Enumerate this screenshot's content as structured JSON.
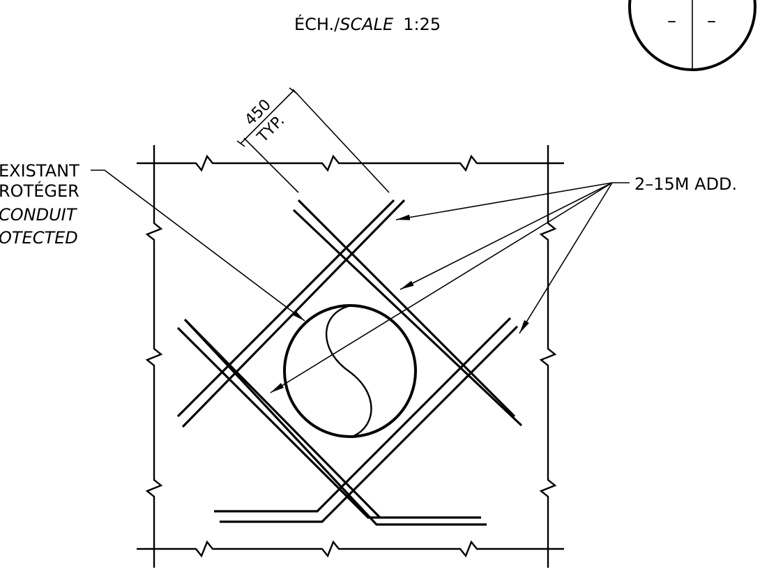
{
  "title": {
    "prefix": "ÉCH./",
    "italic": "SCALE",
    "scale": "1:25"
  },
  "dimension": {
    "value": "450",
    "note": "TYP."
  },
  "left_note": {
    "line1": "EXISTANT",
    "line2": "ROTÉGER",
    "line3": "CONDUIT",
    "line4": "OTECTED"
  },
  "right_note": {
    "label": "2–15M ADD."
  },
  "section_symbol": {
    "left_mark": "–",
    "right_mark": "–"
  }
}
